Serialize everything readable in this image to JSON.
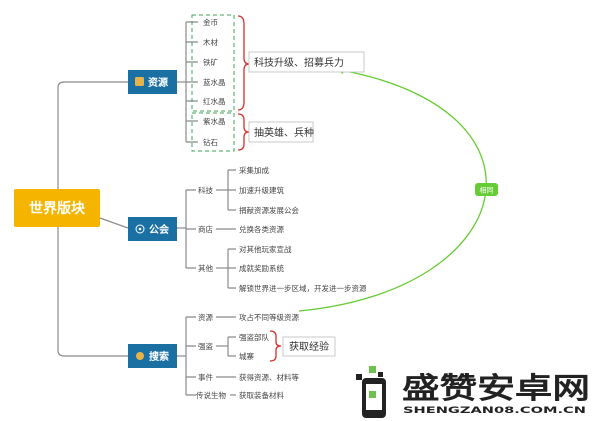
{
  "root": {
    "label": "世界版块",
    "color": "#f5b400"
  },
  "branches": {
    "resources": {
      "label": "资源",
      "items": [
        "金币",
        "木材",
        "铁矿",
        "蓝水晶",
        "红水晶",
        "紫水晶",
        "钻石"
      ],
      "note_upgrade": "科技升级、招募兵力",
      "note_draw": "抽英雄、兵种"
    },
    "guild": {
      "label": "公会",
      "tech": {
        "label": "科技",
        "items": [
          "采集加成",
          "加速升级建筑",
          "捐献资源发展公会"
        ]
      },
      "shop": {
        "label": "商店",
        "items": [
          "兑换各类资源"
        ]
      },
      "other": {
        "label": "其他",
        "items": [
          "对其他玩家宣战",
          "成就奖励系统",
          "解锁世界进一步区域，开发进一步资源"
        ]
      }
    },
    "search": {
      "label": "搜索",
      "resource": {
        "label": "资源",
        "items": [
          "攻占不同等级资源"
        ]
      },
      "bandit": {
        "label": "强盗",
        "items": [
          "强盗部队",
          "城寨"
        ],
        "note": "获取经验"
      },
      "event": {
        "label": "事件",
        "items": [
          "获得资源、材料等"
        ]
      },
      "legend": {
        "label": "传说生物",
        "items": [
          "获取装备材料"
        ]
      }
    }
  },
  "relation": {
    "label": "相同"
  },
  "watermark": {
    "brand": "盛赞安卓网",
    "url": "SHENGZAN08.COM.CN"
  },
  "colors": {
    "branch": "#1a6fa3",
    "connector": "#8a8a8a",
    "relation": "#66cc33",
    "dashed": "#3ea35a",
    "brace": "#d9302a",
    "watermark": "#222222"
  }
}
